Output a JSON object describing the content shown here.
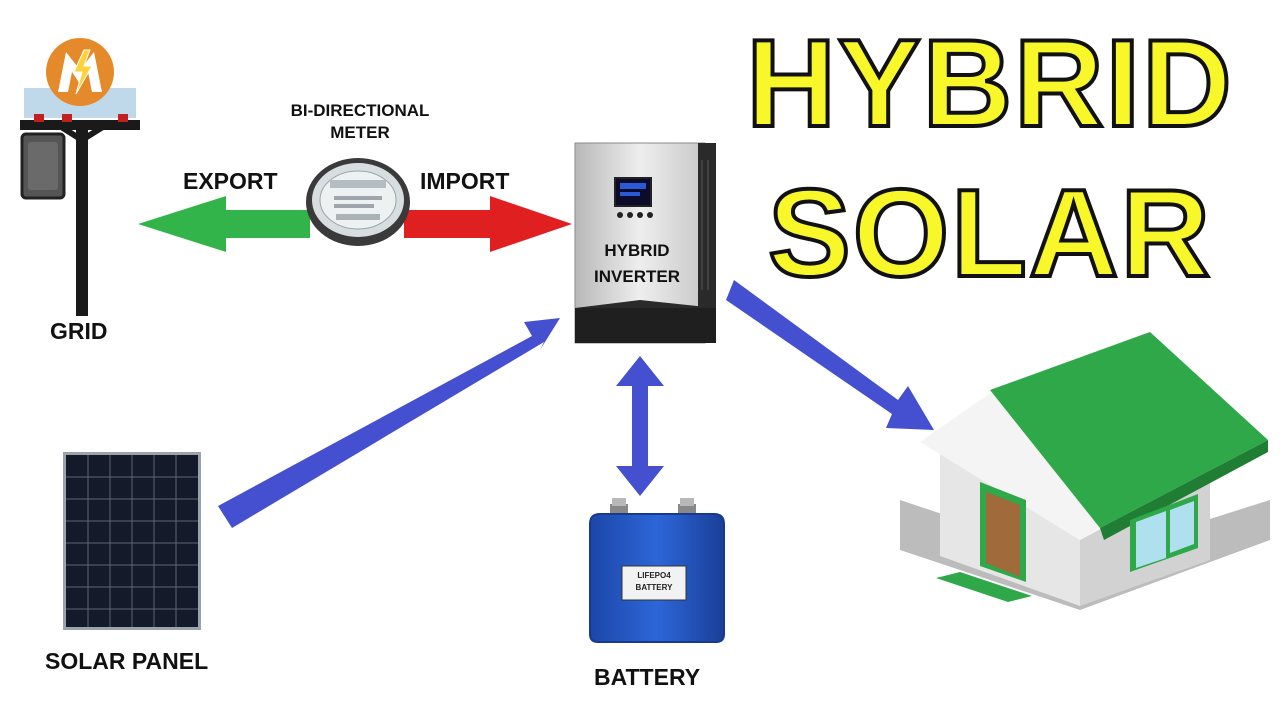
{
  "title": {
    "line1": "HYBRID",
    "line2": "SOLAR"
  },
  "labels": {
    "meter": "BI-DIRECTIONAL\nMETER",
    "export": "EXPORT",
    "import": "IMPORT",
    "grid": "GRID",
    "inverter": "HYBRID\nINVERTER",
    "solar_panel": "SOLAR PANEL",
    "battery": "BATTERY",
    "battery_sticker": "LIFEPO4\nBATTERY"
  },
  "colors": {
    "title_fill": "#f7f72a",
    "export_arrow": "#33b44a",
    "import_arrow": "#e02020",
    "flow_arrow": "#4450d0",
    "house_roof": "#2fa84a",
    "battery_body": "#2358c8"
  },
  "icons": [
    "logo-icon",
    "utility-pole-icon",
    "meter-icon",
    "inverter-icon",
    "solar-panel-icon",
    "battery-icon",
    "house-icon"
  ]
}
